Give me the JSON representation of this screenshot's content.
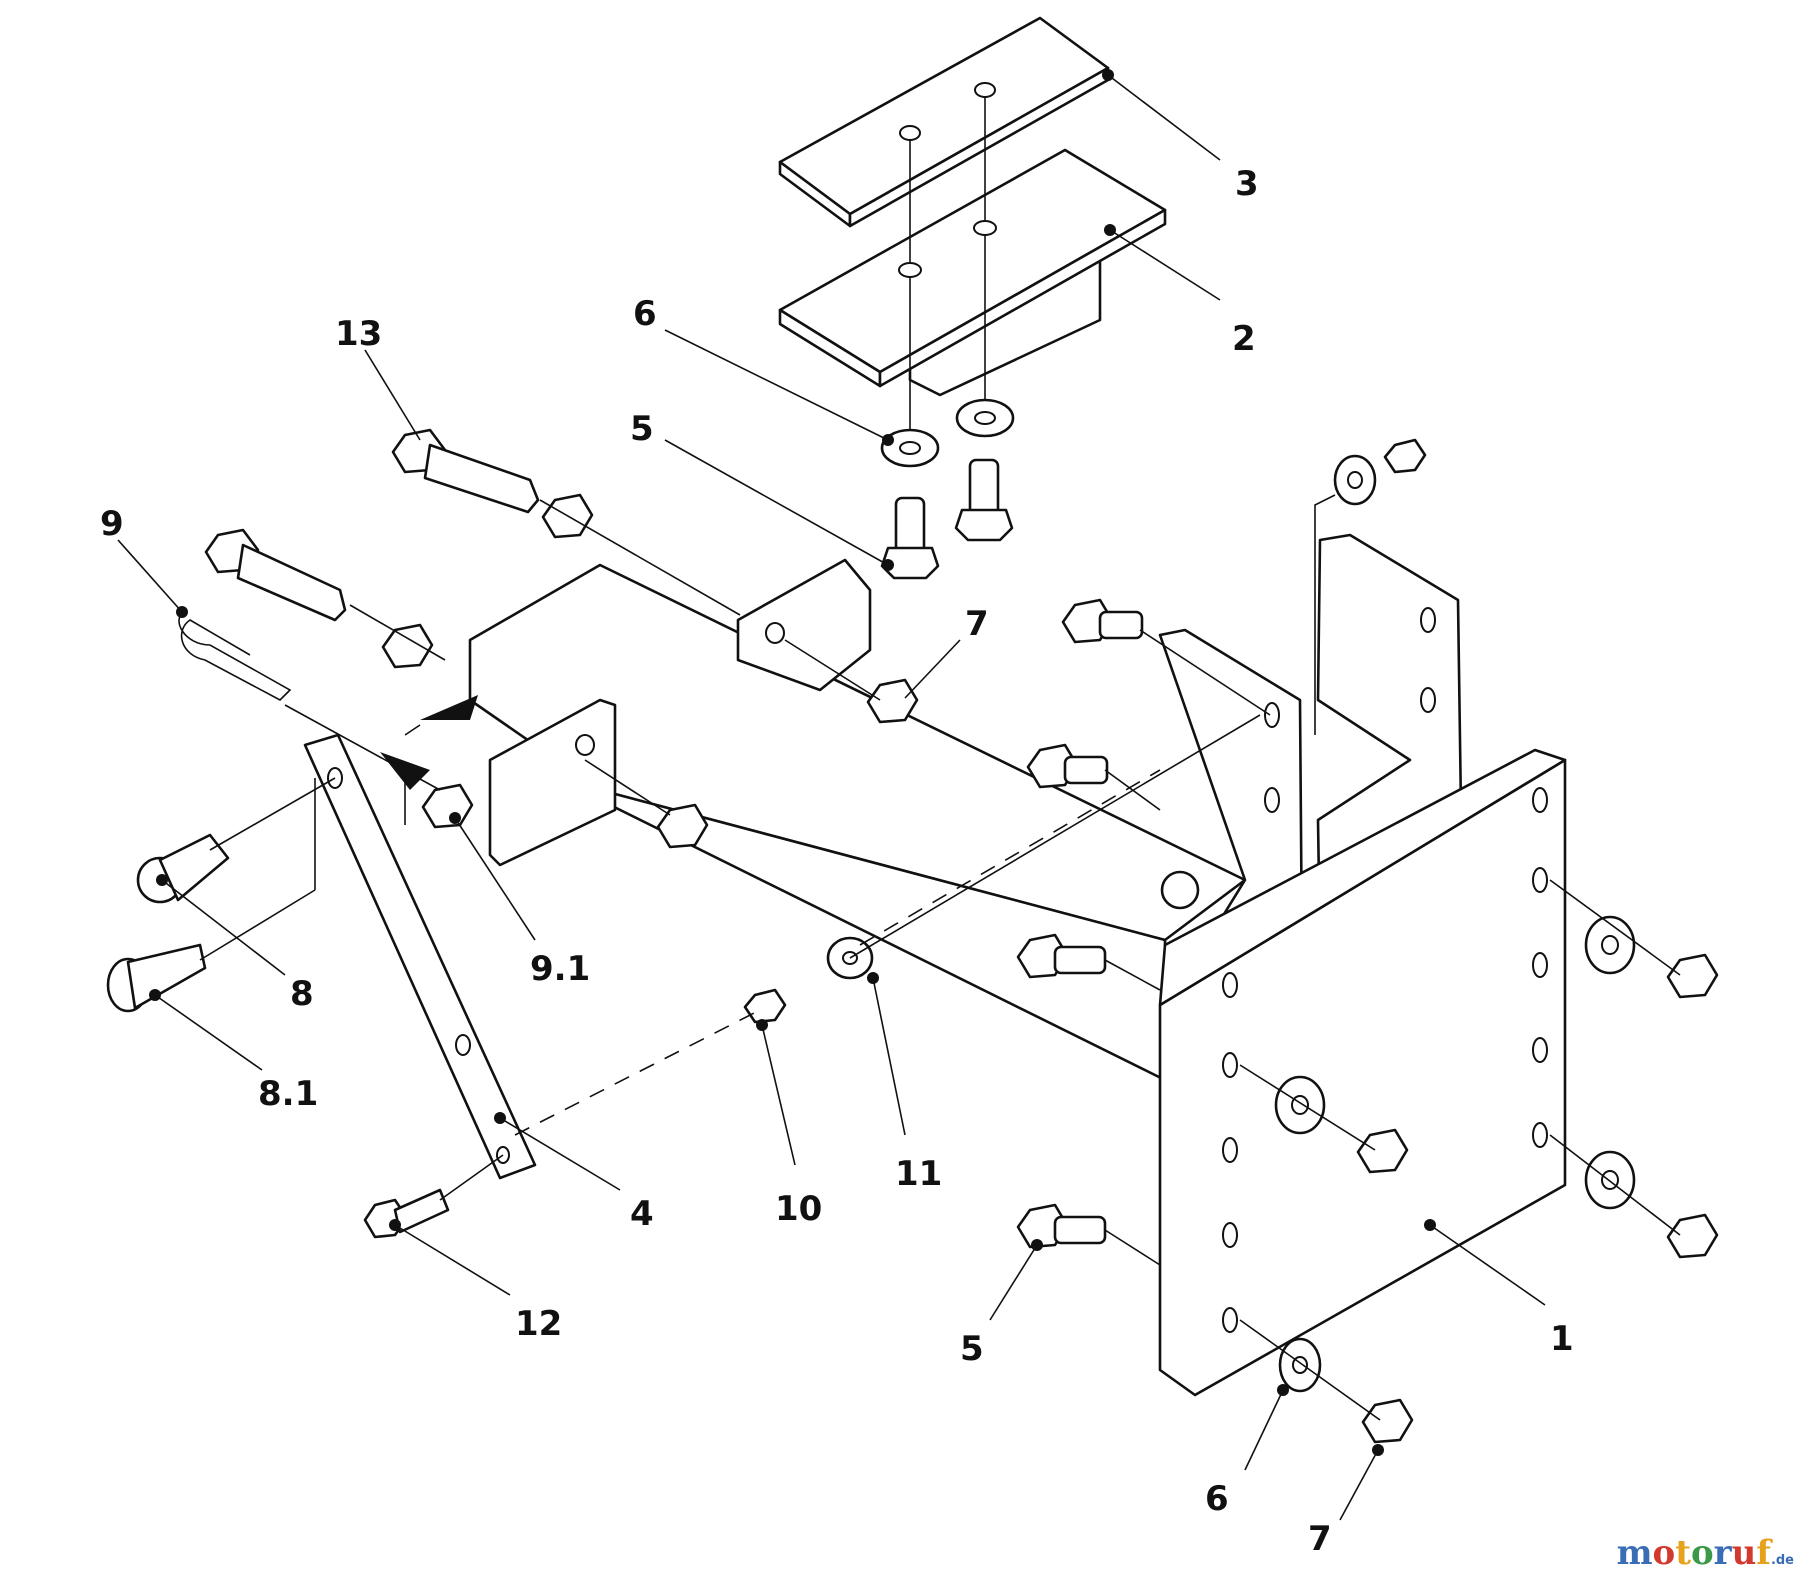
{
  "callouts": [
    {
      "id": "c3",
      "label": "3"
    },
    {
      "id": "c2",
      "label": "2"
    },
    {
      "id": "c6a",
      "label": "6"
    },
    {
      "id": "c5a",
      "label": "5"
    },
    {
      "id": "c13",
      "label": "13"
    },
    {
      "id": "c9",
      "label": "9"
    },
    {
      "id": "c7a",
      "label": "7"
    },
    {
      "id": "c8",
      "label": "8"
    },
    {
      "id": "c91",
      "label": "9.1"
    },
    {
      "id": "c81",
      "label": "8.1"
    },
    {
      "id": "c11",
      "label": "11"
    },
    {
      "id": "c10",
      "label": "10"
    },
    {
      "id": "c4",
      "label": "4"
    },
    {
      "id": "c12",
      "label": "12"
    },
    {
      "id": "c5b",
      "label": "5"
    },
    {
      "id": "c1",
      "label": "1"
    },
    {
      "id": "c6b",
      "label": "6"
    },
    {
      "id": "c7b",
      "label": "7"
    }
  ],
  "watermark": {
    "letters": [
      "m",
      "o",
      "t",
      "o",
      "r",
      "u",
      "f"
    ],
    "letter_colors": [
      "#3a6db5",
      "#d23a2f",
      "#e7a21b",
      "#3a9a47",
      "#3a6db5",
      "#d23a2f",
      "#e7a21b"
    ],
    "suffix": ".de"
  }
}
